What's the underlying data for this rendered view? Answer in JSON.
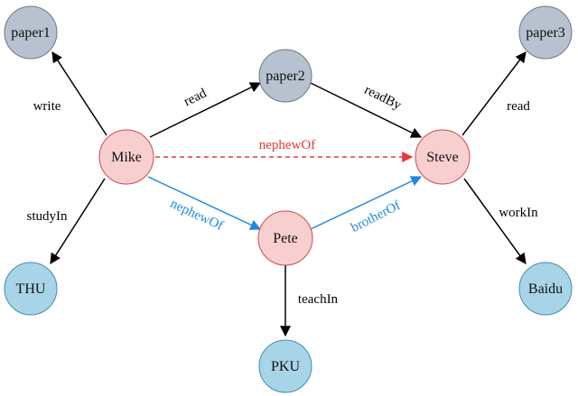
{
  "nodes": {
    "paper1": {
      "label": "paper1",
      "fill": "#b6c2cf",
      "stroke": "#6b7885"
    },
    "paper2": {
      "label": "paper2",
      "fill": "#b6c2cf",
      "stroke": "#6b7885"
    },
    "paper3": {
      "label": "paper3",
      "fill": "#b6c2cf",
      "stroke": "#6b7885"
    },
    "mike": {
      "label": "Mike",
      "fill": "#f7cfcf",
      "stroke": "#cc4b4b"
    },
    "steve": {
      "label": "Steve",
      "fill": "#f7cfcf",
      "stroke": "#cc4b4b"
    },
    "pete": {
      "label": "Pete",
      "fill": "#f7cfcf",
      "stroke": "#cc4b4b"
    },
    "thu": {
      "label": "THU",
      "fill": "#a8d4e8",
      "stroke": "#3f8cb8"
    },
    "baidu": {
      "label": "Baidu",
      "fill": "#a8d4e8",
      "stroke": "#3f8cb8"
    },
    "pku": {
      "label": "PKU",
      "fill": "#a8d4e8",
      "stroke": "#3f8cb8"
    }
  },
  "edges": {
    "write": {
      "label": "write",
      "color": "#000000"
    },
    "studyIn": {
      "label": "studyIn",
      "color": "#000000"
    },
    "read_mike": {
      "label": "read",
      "color": "#000000"
    },
    "readBy": {
      "label": "readBy",
      "color": "#000000"
    },
    "read_steve": {
      "label": "read",
      "color": "#000000"
    },
    "workIn": {
      "label": "workIn",
      "color": "#000000"
    },
    "teachIn": {
      "label": "teachIn",
      "color": "#000000"
    },
    "nephewOf_red": {
      "label": "nephewOf",
      "color": "#e8363a"
    },
    "nephewOf_blue": {
      "label": "nephewOf",
      "color": "#1e88e5"
    },
    "brotherOf": {
      "label": "brotherOf",
      "color": "#1e88e5"
    }
  }
}
